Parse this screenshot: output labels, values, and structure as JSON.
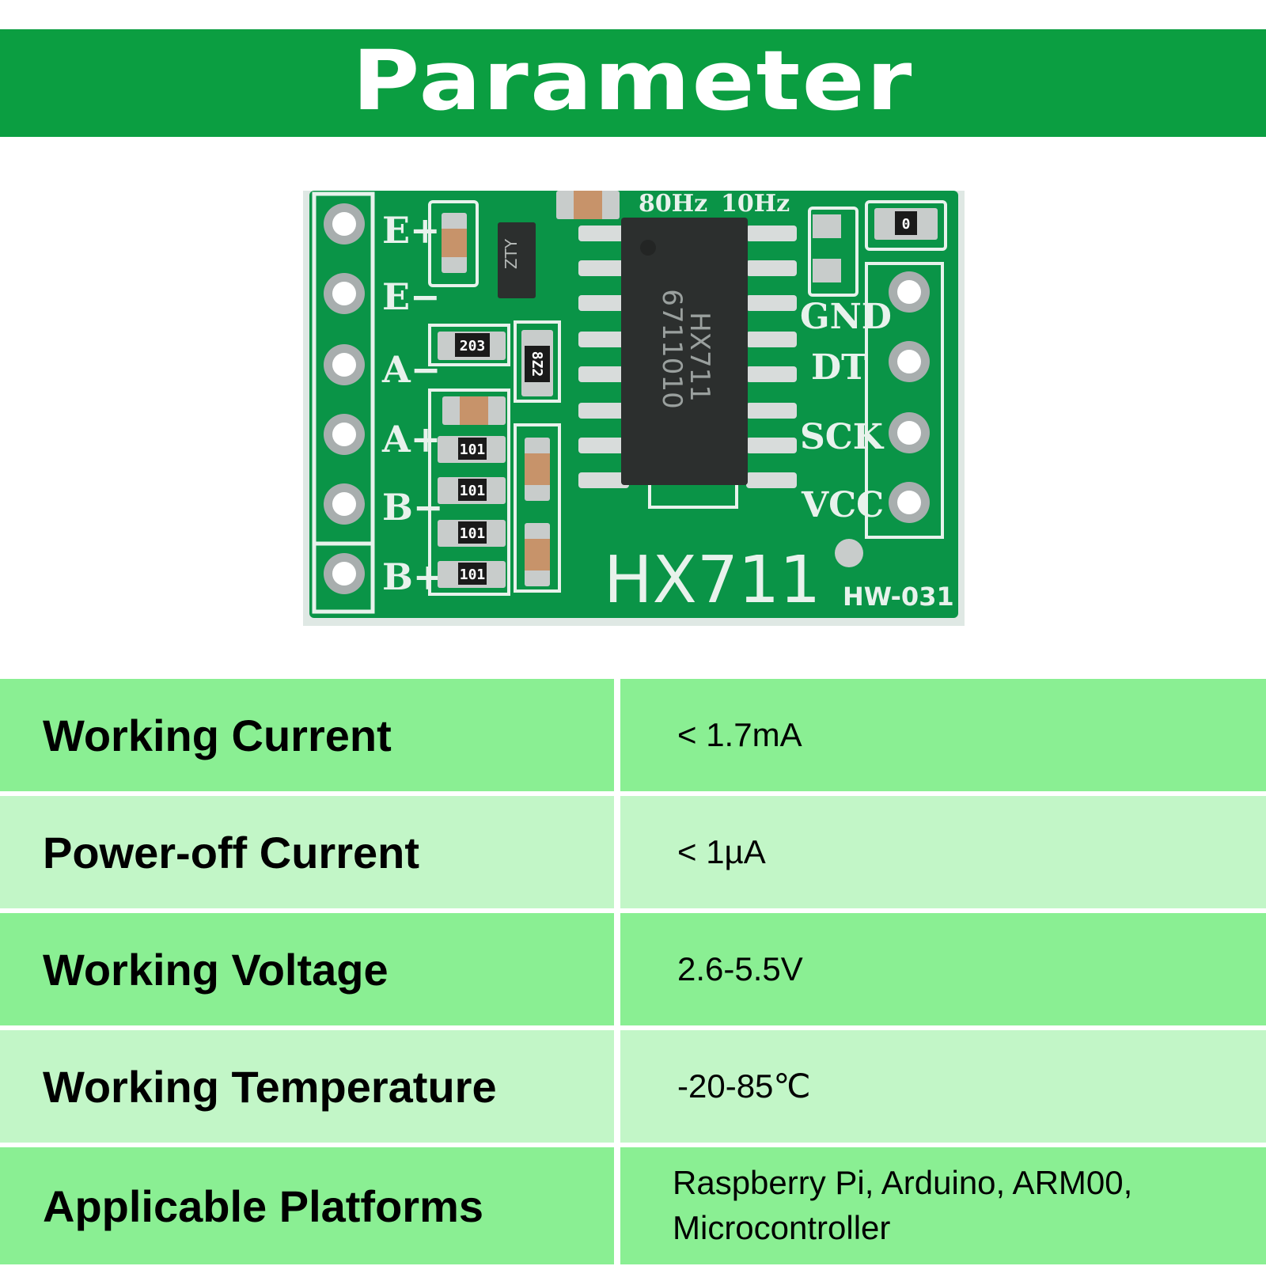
{
  "header": {
    "title": "Parameter"
  },
  "board": {
    "left_pins": [
      "E+",
      "E−",
      "A−",
      "A+",
      "B−",
      "B+"
    ],
    "right_pins": [
      "GND",
      "DT",
      "SCK",
      "VCC"
    ],
    "rate_labels": [
      "80Hz",
      "10Hz"
    ],
    "chip_line1": "HX711",
    "chip_line2": "6711010",
    "transistor_mark": "ZTY",
    "resistor_203": "203",
    "resistor_8z2": "8Z2",
    "resistor_101": "101",
    "resistor_0": "0",
    "silk_name": "HX711",
    "silk_model": "HW-031",
    "colors": {
      "pcb": "#0a9447",
      "silk": "#e8f2ec",
      "chip": "#2c2f2e"
    }
  },
  "specs": [
    {
      "label": "Working Current",
      "value": "< 1.7mA"
    },
    {
      "label": "Power-off Current",
      "value": "< 1µA"
    },
    {
      "label": "Working Voltage",
      "value": "2.6-5.5V"
    },
    {
      "label": "Working Temperature",
      "value": "-20-85℃"
    },
    {
      "label": "Applicable Platforms",
      "value": "Raspberry Pi, Arduino, ARM00, Microcontroller"
    }
  ],
  "colors": {
    "banner": "#0b9e41",
    "row_dark": "#8aef93",
    "row_light": "#c2f6c7"
  }
}
